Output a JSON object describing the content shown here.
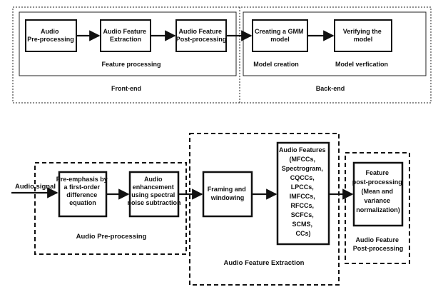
{
  "top": {
    "boxes": {
      "audio_preprocessing": [
        "Audio",
        "Pre-processing"
      ],
      "audio_feature_extraction": [
        "Audio Feature",
        "Extraction"
      ],
      "audio_feature_postprocessing": [
        "Audio Feature",
        "Post-processing"
      ],
      "creating_gmm": [
        "Creating a GMM",
        "model"
      ],
      "verifying_model": [
        "Verifying the",
        "model"
      ]
    },
    "labels": {
      "feature_processing": "Feature processing",
      "model_creation": "Model creation",
      "model_verification": "Model verfication",
      "front_end": "Front-end",
      "back_end": "Back-end"
    }
  },
  "bottom": {
    "input_label": "Audio signal",
    "boxes": {
      "pre_emphasis": [
        "Pre-emphasis by",
        "a first-order",
        "difference",
        "equation"
      ],
      "audio_enhancement": [
        "Audio",
        "enhancement",
        "using spectral",
        "noise subtraction"
      ],
      "framing": [
        "Framing and",
        "windowing"
      ],
      "audio_features": [
        "Audio Features",
        "(MFCCs,",
        "Spectrogram,",
        "CQCCs,",
        "LPCCs,",
        "IMFCCs,",
        "RFCCs,",
        "SCFCs,",
        "SCMS,",
        "CCs)"
      ],
      "feature_postprocessing": [
        "Feature",
        "post-processing",
        "(Mean and",
        "variance",
        "normalization)"
      ]
    },
    "group_labels": {
      "preprocessing": "Audio Pre-processing",
      "extraction": "Audio Feature Extraction",
      "postprocessing": [
        "Audio Feature",
        "Post-processing"
      ]
    }
  }
}
